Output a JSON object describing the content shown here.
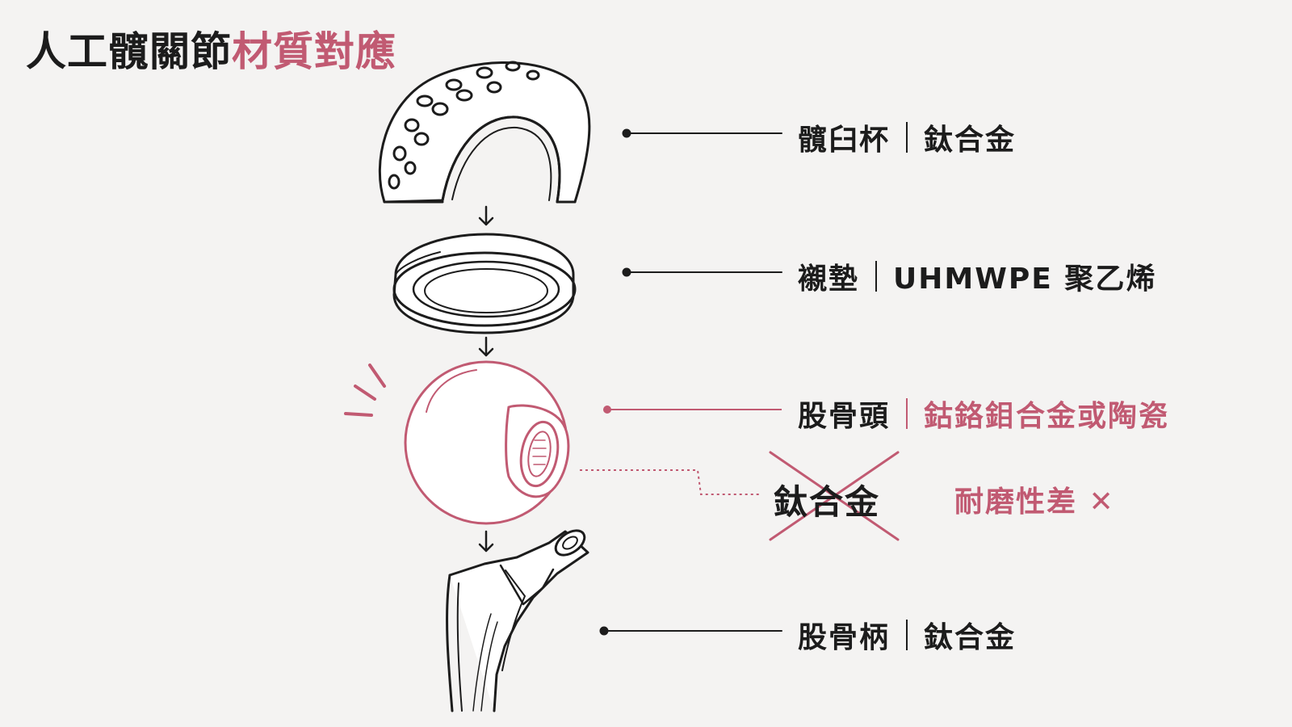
{
  "title": {
    "part1": "人工髖關節",
    "part2": "材質對應"
  },
  "components": [
    {
      "name": "髖臼杯",
      "material": "鈦合金"
    },
    {
      "name": "襯墊",
      "material": "UHMWPE 聚乙烯"
    },
    {
      "name": "股骨頭",
      "material": "鈷鉻鉬合金或陶瓷"
    },
    {
      "name": "股骨柄",
      "material": "鈦合金"
    }
  ],
  "rejected": {
    "material": "鈦合金",
    "reason": "耐磨性差 ✕"
  },
  "colors": {
    "accent": "#c15a72",
    "ink": "#1c1c1c",
    "background": "#f4f3f2"
  }
}
